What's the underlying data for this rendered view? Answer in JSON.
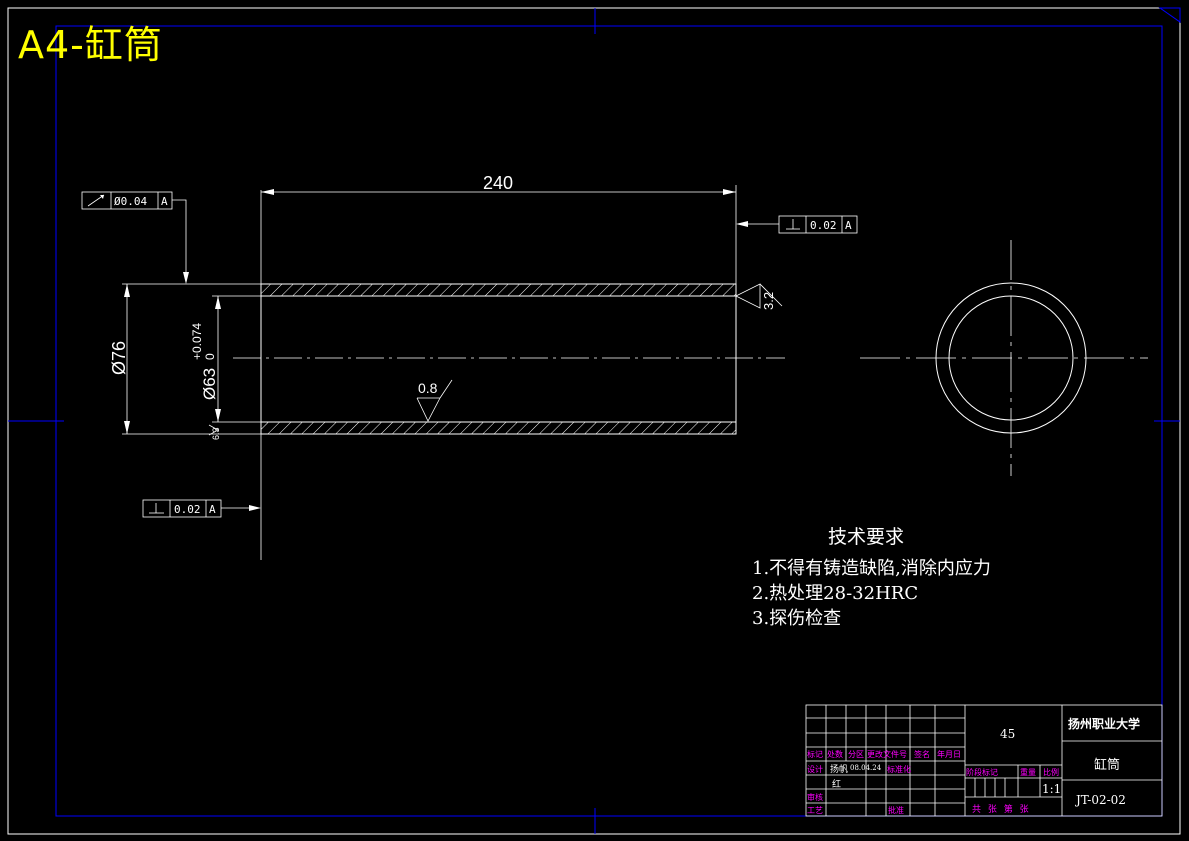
{
  "sheet": {
    "title": "A4-缸筒"
  },
  "dimensions": {
    "length": "240",
    "outer_diameter": "Ø76",
    "inner_diameter": "Ø63",
    "tol_upper": "+0.074",
    "tol_lower": "0",
    "roughness_outer": "3.2",
    "roughness_inner": "0.8",
    "roughness_end": "6.3"
  },
  "tolerances": {
    "runout": {
      "value": "Ø0.04",
      "datum": "A"
    },
    "perp_right": {
      "value": "0.02",
      "datum": "A"
    },
    "perp_left": {
      "value": "0.02",
      "datum": "A"
    }
  },
  "tech_requirements": {
    "title": "技术要求",
    "items": [
      "1.不得有铸造缺陷,消除内应力",
      "2.热处理28-32HRC",
      "3.探伤检查"
    ]
  },
  "title_block": {
    "material": "45",
    "school": "扬州职业大学",
    "part_name": "缸筒",
    "drawing_no": "JT-02-02",
    "scale": "1:1",
    "headers": {
      "mark": "标记",
      "count": "处数",
      "zone": "分区",
      "change_no": "更改文件号",
      "sign": "签名",
      "date": "年月日",
      "design": "设计",
      "std": "标准化",
      "check": "审核",
      "process": "工艺",
      "approve": "批准",
      "stage": "阶段标记",
      "weight": "重量",
      "ratio": "比例",
      "sheets": "共 张 第 张"
    },
    "designer": "扬帆",
    "design_date": "08.04.24",
    "drafter": "红"
  },
  "colors": {
    "background": "#000000",
    "line": "#ffffff",
    "border": "#0000ff",
    "title": "#ffff00",
    "label": "#ff00ff"
  }
}
